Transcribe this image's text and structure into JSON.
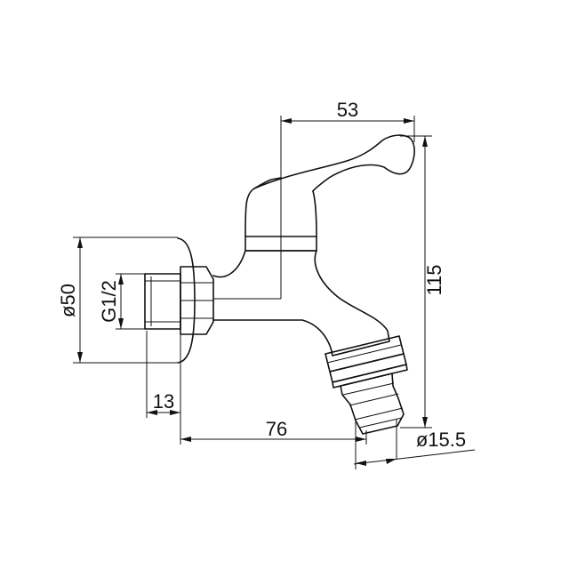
{
  "dimensions": {
    "width_top": "53",
    "height_right": "115",
    "body_diameter": "ø50",
    "thread": "G1/2",
    "thread_length": "13",
    "reach": "76",
    "outlet_diameter": "ø15.5"
  }
}
